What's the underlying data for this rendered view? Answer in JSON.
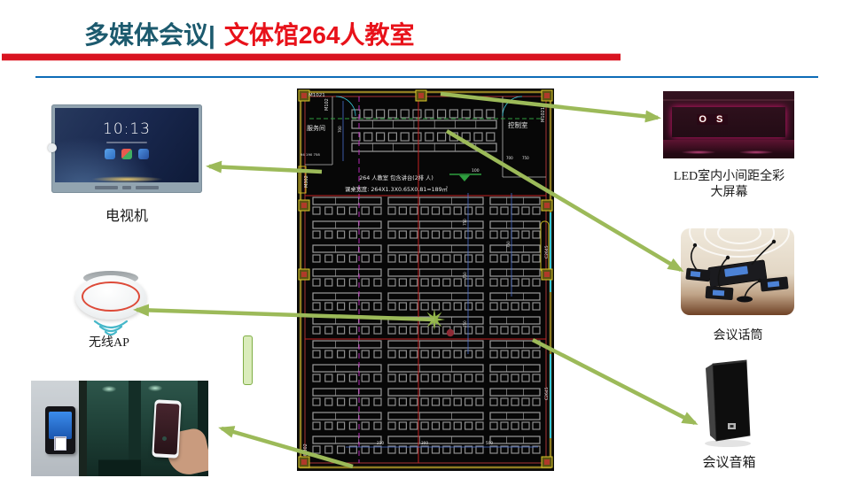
{
  "header": {
    "title_prefix": "多媒体会议|",
    "title_main": "文体馆264人教室"
  },
  "devices": {
    "tv": {
      "label": "电视机",
      "screen_time": "10:13"
    },
    "ap": {
      "label": "无线AP"
    },
    "led": {
      "label_line1": "LED室内小间距全彩",
      "label_line2": "大屏幕",
      "screen_text": "O S"
    },
    "mic": {
      "label": "会议话筒"
    },
    "speaker": {
      "label": "会议音箱"
    }
  },
  "floorplan": {
    "room_left": "服务间",
    "room_right": "控制室",
    "label_m1021": "M1021",
    "label_m102": "M102",
    "label_m302": "M302",
    "label_c2645": "C2645",
    "caption_line1": "264 人教室 包含讲台(2排 人)",
    "caption_line2": "课桌宽度: 264X1.3X0.65X0.81=189㎡",
    "scale_label": "100",
    "dim_700": "700",
    "dim_750": "750",
    "dim_left": "94 190 758",
    "dim_bottom_1": "210",
    "dim_bottom_2": "300",
    "dim_bottom_3": "500"
  },
  "colors": {
    "accent_green": "#9cba59",
    "title_teal": "#1c5a6e",
    "title_red": "#e8121a",
    "bar_red": "#d91420",
    "line_blue": "#0d6cb7"
  }
}
